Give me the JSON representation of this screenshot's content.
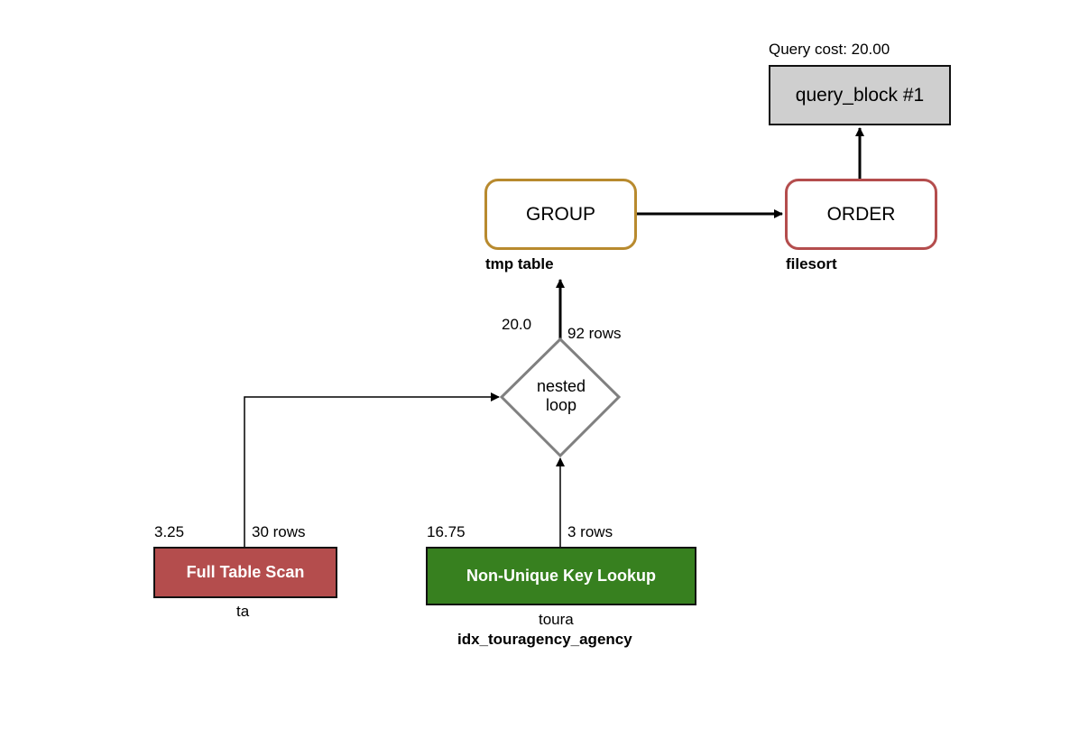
{
  "query_block": {
    "cost_label": "Query cost: 20.00",
    "title": "query_block #1"
  },
  "group_node": {
    "label": "GROUP",
    "sublabel": "tmp table"
  },
  "order_node": {
    "label": "ORDER",
    "sublabel": "filesort"
  },
  "nested_loop": {
    "line1": "nested",
    "line2": "loop",
    "cost": "20.0",
    "rows": "92 rows"
  },
  "full_table_scan": {
    "label": "Full Table Scan",
    "table": "ta",
    "cost": "3.25",
    "rows": "30 rows"
  },
  "key_lookup": {
    "label": "Non-Unique Key Lookup",
    "table": "toura",
    "index": "idx_touragency_agency",
    "cost": "16.75",
    "rows": "3 rows"
  },
  "colors": {
    "group_border": "#b88a2e",
    "order_border": "#b44d4d",
    "full_scan_fill": "#b44d4d",
    "key_lookup_fill": "#37801f",
    "query_block_fill": "#cfcfcf",
    "diamond_border": "#808080"
  }
}
